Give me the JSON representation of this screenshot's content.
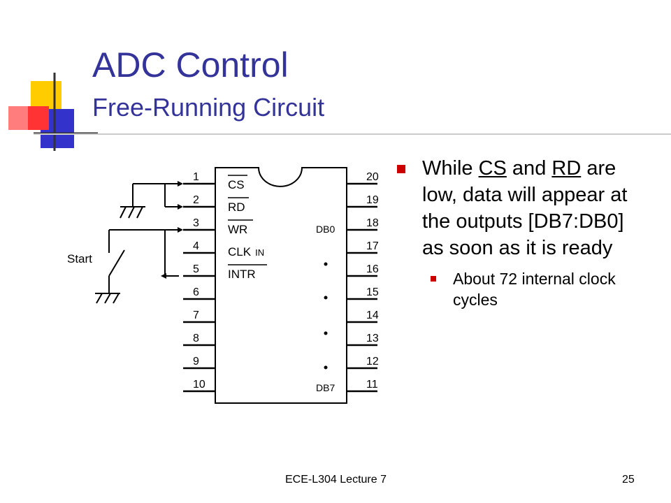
{
  "slide": {
    "title": "ADC Control",
    "subtitle": "Free-Running Circuit",
    "footer_left": "ECE-L304 Lecture 7",
    "page_number": "25",
    "accent_colors": {
      "title": "#333399",
      "bullet": "#cc0000",
      "deco_yellow": "#ffcc00",
      "deco_blue": "#3333cc",
      "deco_red": "#ff3333"
    }
  },
  "bullets": {
    "main": {
      "t1": "While ",
      "u1": "CS",
      "t2": " and ",
      "u2": "RD",
      "t3": " are low, data will appear at the outputs [DB7:DB0] as soon as it is ready"
    },
    "sub": "About 72 internal clock cycles"
  },
  "circuit": {
    "left_pins": [
      "1",
      "2",
      "3",
      "4",
      "5",
      "6",
      "7",
      "8",
      "9",
      "10"
    ],
    "right_pins": [
      "20",
      "19",
      "18",
      "17",
      "16",
      "15",
      "14",
      "13",
      "12",
      "11"
    ],
    "chip_labels": {
      "cs": "CS",
      "rd": "RD",
      "wr": "WR",
      "clk": "CLK",
      "clk_sub": "IN",
      "intr": "INTR",
      "db0": "DB0",
      "db7": "DB7"
    },
    "start_label": "Start"
  }
}
